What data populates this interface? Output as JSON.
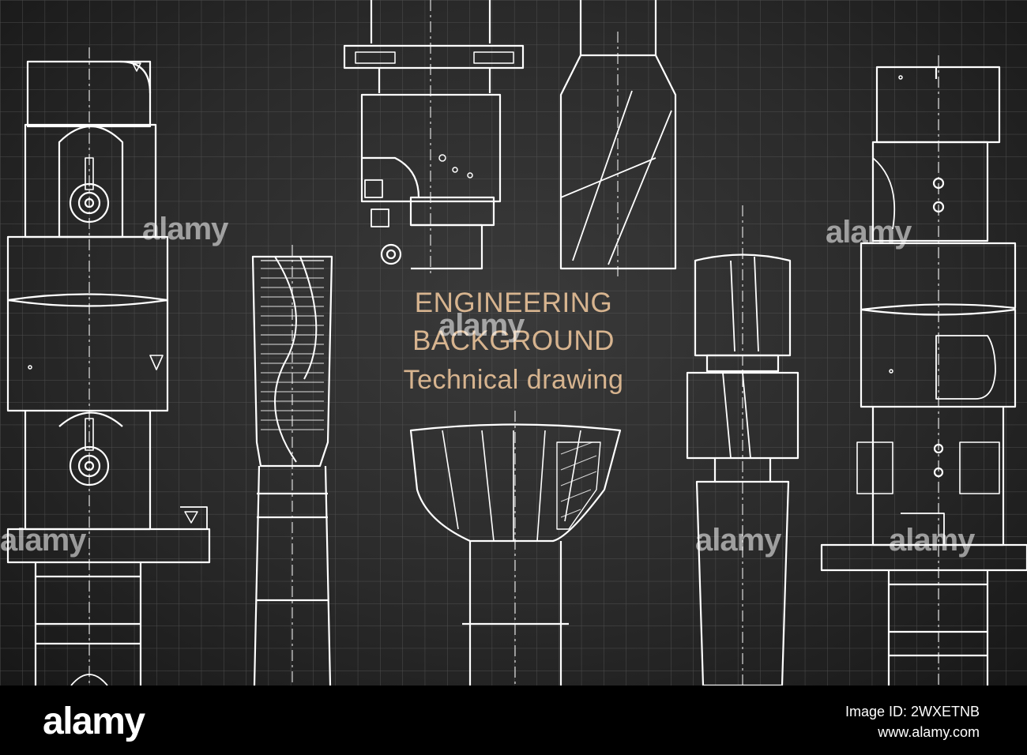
{
  "headline": {
    "line1": "ENGINEERING",
    "line2": "BACKGROUND",
    "line3": "Technical drawing"
  },
  "watermark": "alamy",
  "footer": {
    "logo": "alamy",
    "image_id_label": "Image ID: 2WXETNB",
    "site": "www.alamy.com"
  },
  "colors": {
    "background": "#2a2a2a",
    "grid": "#5a5a5a",
    "line": "#ffffff",
    "headline": "#d7b48f",
    "footer": "#000000"
  }
}
